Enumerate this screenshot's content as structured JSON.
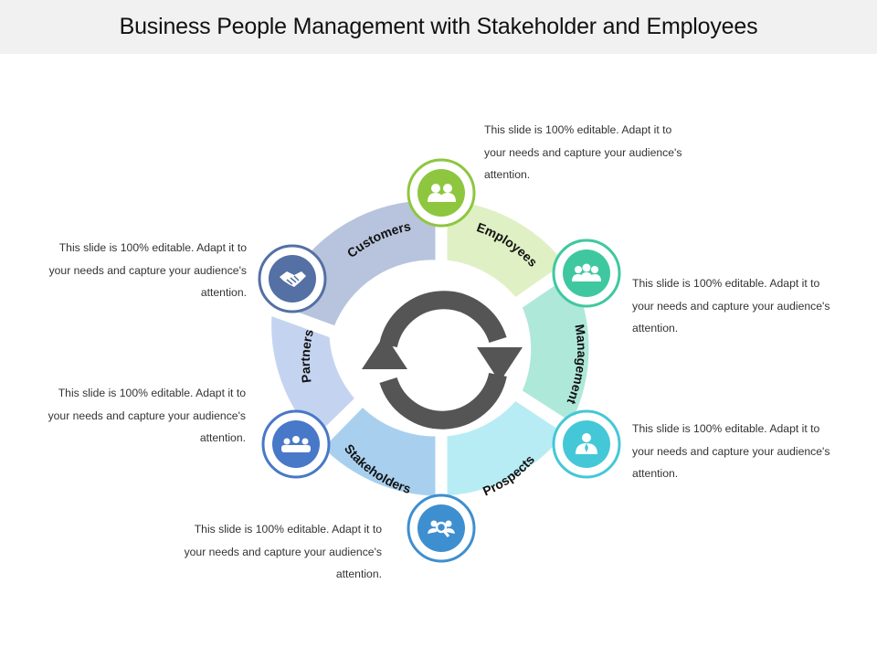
{
  "title": "Business People Management with Stakeholder and Employees",
  "segments": [
    {
      "key": "customers",
      "label": "Customers",
      "color": "#b8c4dd",
      "icon_color": "#5470a4",
      "icon": "handshake-icon"
    },
    {
      "key": "employees",
      "label": "Employees",
      "color": "#dff0c4",
      "icon_color": "#8ec63f",
      "icon": "two-people-icon"
    },
    {
      "key": "management",
      "label": "Management",
      "color": "#aee8d9",
      "icon_color": "#3fc8a0",
      "icon": "team-icon"
    },
    {
      "key": "prospects",
      "label": "Prospects",
      "color": "#b8ecf4",
      "icon_color": "#44c8d8",
      "icon": "presenter-icon"
    },
    {
      "key": "stakeholders",
      "label": "Stakeholders",
      "color": "#a8d0ee",
      "icon_color": "#3e8fd0",
      "icon": "search-person-icon"
    },
    {
      "key": "partners",
      "label": "Partners",
      "color": "#c4d4f0",
      "icon_color": "#4878c8",
      "icon": "group-icon"
    }
  ],
  "descriptions": {
    "employees": "This slide is 100% editable. Adapt it to your needs and capture your audience's attention.",
    "customers": "This slide is 100% editable. Adapt it to your needs and capture your audience's attention.",
    "management": "This slide is 100% editable. Adapt it to your needs and capture your audience's attention.",
    "partners": "This slide is 100% editable. Adapt it to your needs and capture your audience's attention.",
    "prospects": "This slide is 100% editable. Adapt it to your needs and capture your audience's attention.",
    "stakeholders": "This slide is 100% editable. Adapt it to your needs and capture your audience's attention."
  },
  "center_icon": "refresh-cycle-icon",
  "center_color": "#555555"
}
